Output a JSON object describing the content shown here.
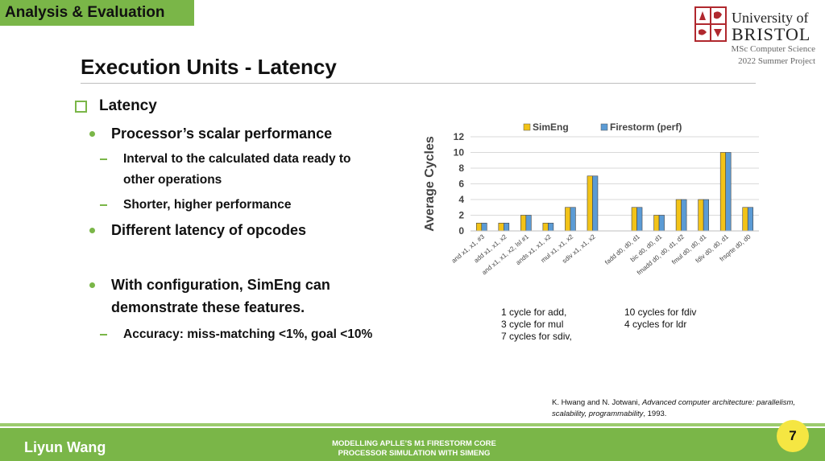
{
  "section_tag": "Analysis & Evaluation",
  "title": "Execution Units - Latency",
  "logo": {
    "university_line1": "University of",
    "university_line2": "BRISTOL",
    "subtitle_line1": "MSc Computer Science",
    "subtitle_line2": "2022 Summer Project"
  },
  "content": {
    "heading": "Latency",
    "b1": "Processor’s scalar performance",
    "b1_sub1": "Interval to the calculated data ready to",
    "b1_sub1b": "other operations",
    "b1_sub2": "Shorter, higher performance",
    "b2": "Different latency of opcodes",
    "b3_line1": "With configuration, SimEng can",
    "b3_line2": "demonstrate these features.",
    "b3_sub1": "Accuracy: miss-matching <1%, goal <10%"
  },
  "chart_data": {
    "type": "bar",
    "ylabel": "Average Cycles",
    "ylim": [
      0,
      12
    ],
    "yticks": [
      0,
      2,
      4,
      6,
      8,
      10,
      12
    ],
    "grid": true,
    "legend": "top",
    "categories": [
      "and x1, x1, #3",
      "add x1, x1, x2",
      "and x1, x1, x2, lsl #1",
      "ands x1, x1, x2",
      "mul x1, x1, x2",
      "sdiv x1, x1, x2",
      "",
      "fadd d0, d0, d1",
      "bic d0, d0, d1",
      "fmadd d0, d0, d1, d2",
      "fmul d0, d0, d1",
      "fdiv d0, d0, d1",
      "frsqrte d0, d0"
    ],
    "series": [
      {
        "name": "SimEng",
        "color": "#f2c318",
        "values": [
          1,
          1,
          2,
          1,
          3,
          7,
          null,
          3,
          2,
          4,
          4,
          10,
          3
        ]
      },
      {
        "name": "Firestorm (perf)",
        "color": "#5b9bd5",
        "values": [
          1,
          1,
          2,
          1,
          3,
          7,
          null,
          3,
          2,
          4,
          4,
          10,
          3
        ]
      }
    ]
  },
  "notes": {
    "left1": "1 cycle for add,",
    "left2": "3 cycle for mul",
    "left3": "7 cycles for sdiv,",
    "right1": "10 cycles for fdiv",
    "right2": "4 cycles for ldr"
  },
  "citation": {
    "authors": "K. Hwang and N. Jotwani, ",
    "title": "Advanced computer architecture: parallelism, scalability, programmability",
    "year": ", 1993."
  },
  "footer": {
    "name": "Liyun Wang",
    "center_line1": "MODELLING APLLE’S M1 FIRESTORM CORE",
    "center_line2": "PROCESSOR SIMULATION WITH SIMENG",
    "page": "7"
  }
}
